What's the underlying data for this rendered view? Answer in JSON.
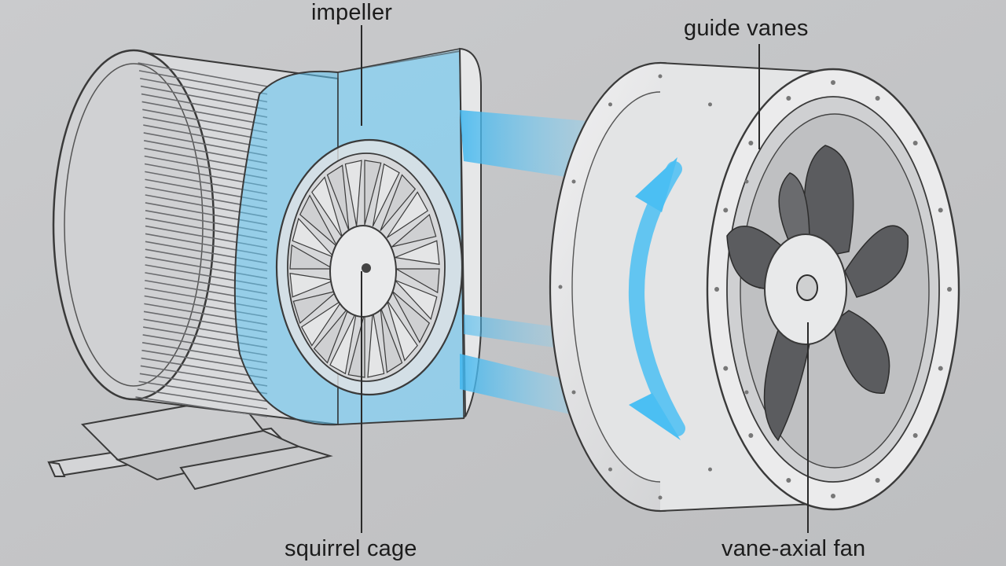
{
  "labels": {
    "impeller": "impeller",
    "guide_vanes": "guide vanes",
    "squirrel_cage": "squirrel cage",
    "vane_axial_fan": "vane-axial fan"
  },
  "colors": {
    "background": "#c4c5c7",
    "airflow_blue": "#48bdf2",
    "housing": "#d7d8da",
    "outline": "#3a3a3a",
    "fan_blade": "#5b5c5f"
  },
  "icons": {
    "left_device": "centrifugal-blower",
    "right_device": "vane-axial-fan",
    "airflow": "curved-arrow"
  }
}
